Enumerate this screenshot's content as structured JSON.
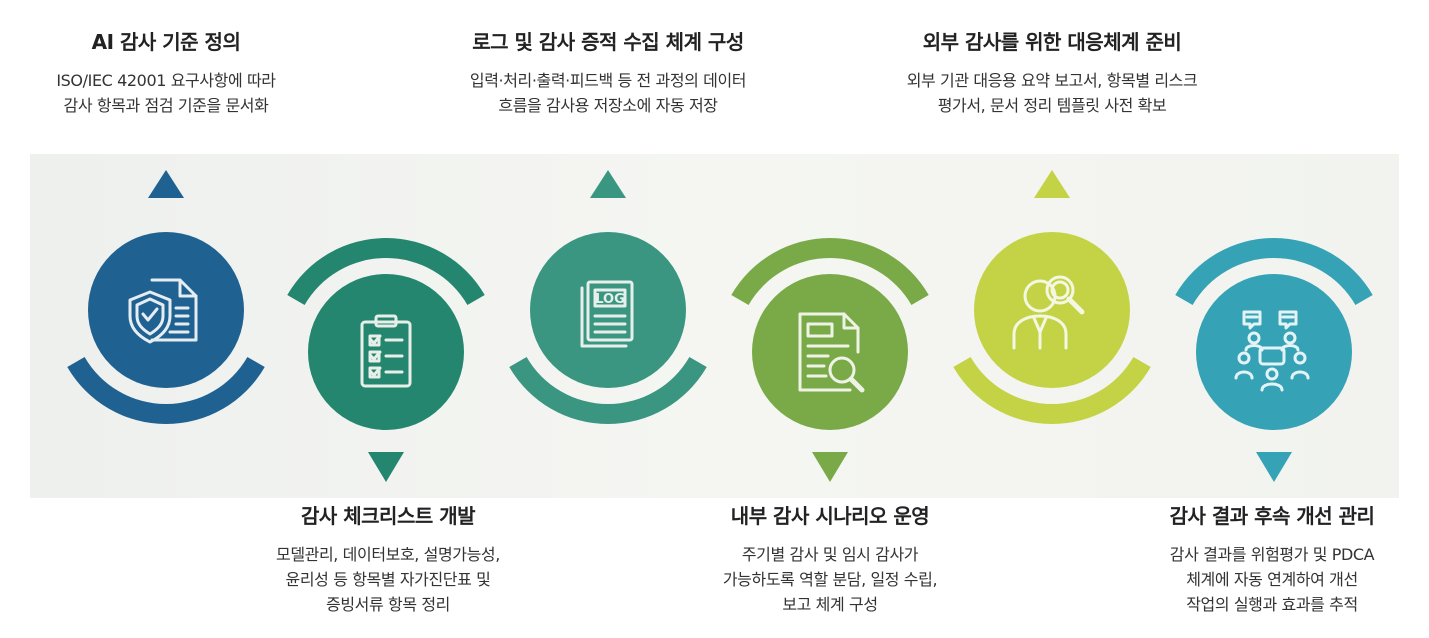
{
  "steps": [
    {
      "title": "AI 감사 기준 정의",
      "desc": [
        "ISO/IEC 42001 요구사항에 따라",
        "감사 항목과 점검 기준을 문서화"
      ],
      "color": "#1f6190",
      "icon": "shield-document-icon",
      "label_position": "top"
    },
    {
      "title": "감사 체크리스트 개발",
      "desc": [
        "모델관리, 데이터보호, 설명가능성,",
        "윤리성 등 항목별 자가진단표 및",
        "증빙서류 항목 정리"
      ],
      "color": "#24866e",
      "icon": "clipboard-checklist-icon",
      "label_position": "bottom"
    },
    {
      "title": "로그 및 감사 증적 수집 체계 구성",
      "desc": [
        "입력·처리·출력·피드백 등 전 과정의 데이터",
        "흐름을 감사용 저장소에 자동 저장"
      ],
      "color": "#3a9680",
      "icon": "log-file-icon",
      "label_position": "top"
    },
    {
      "title": "내부 감사 시나리오 운영",
      "desc": [
        "주기별 감사 및 임시 감사가",
        "가능하도록 역할 분담, 일정 수립,",
        "보고 체계 구성"
      ],
      "color": "#7aaa48",
      "icon": "document-search-icon",
      "label_position": "bottom"
    },
    {
      "title": "외부 감사를 위한 대응체계 준비",
      "desc": [
        "외부 기관 대응용 요약 보고서, 항목별 리스크",
        "평가서, 문서 정리 템플릿 사전 확보"
      ],
      "color": "#c4d346",
      "icon": "auditor-magnifier-icon",
      "label_position": "top"
    },
    {
      "title": "감사 결과 후속 개선 관리",
      "desc": [
        "감사 결과를 위험평가 및 PDCA",
        "체계에 자동 연계하여 개선",
        "작업의 실행과 효과를 추적"
      ],
      "color": "#35a2b6",
      "icon": "team-meeting-icon",
      "label_position": "bottom"
    }
  ]
}
